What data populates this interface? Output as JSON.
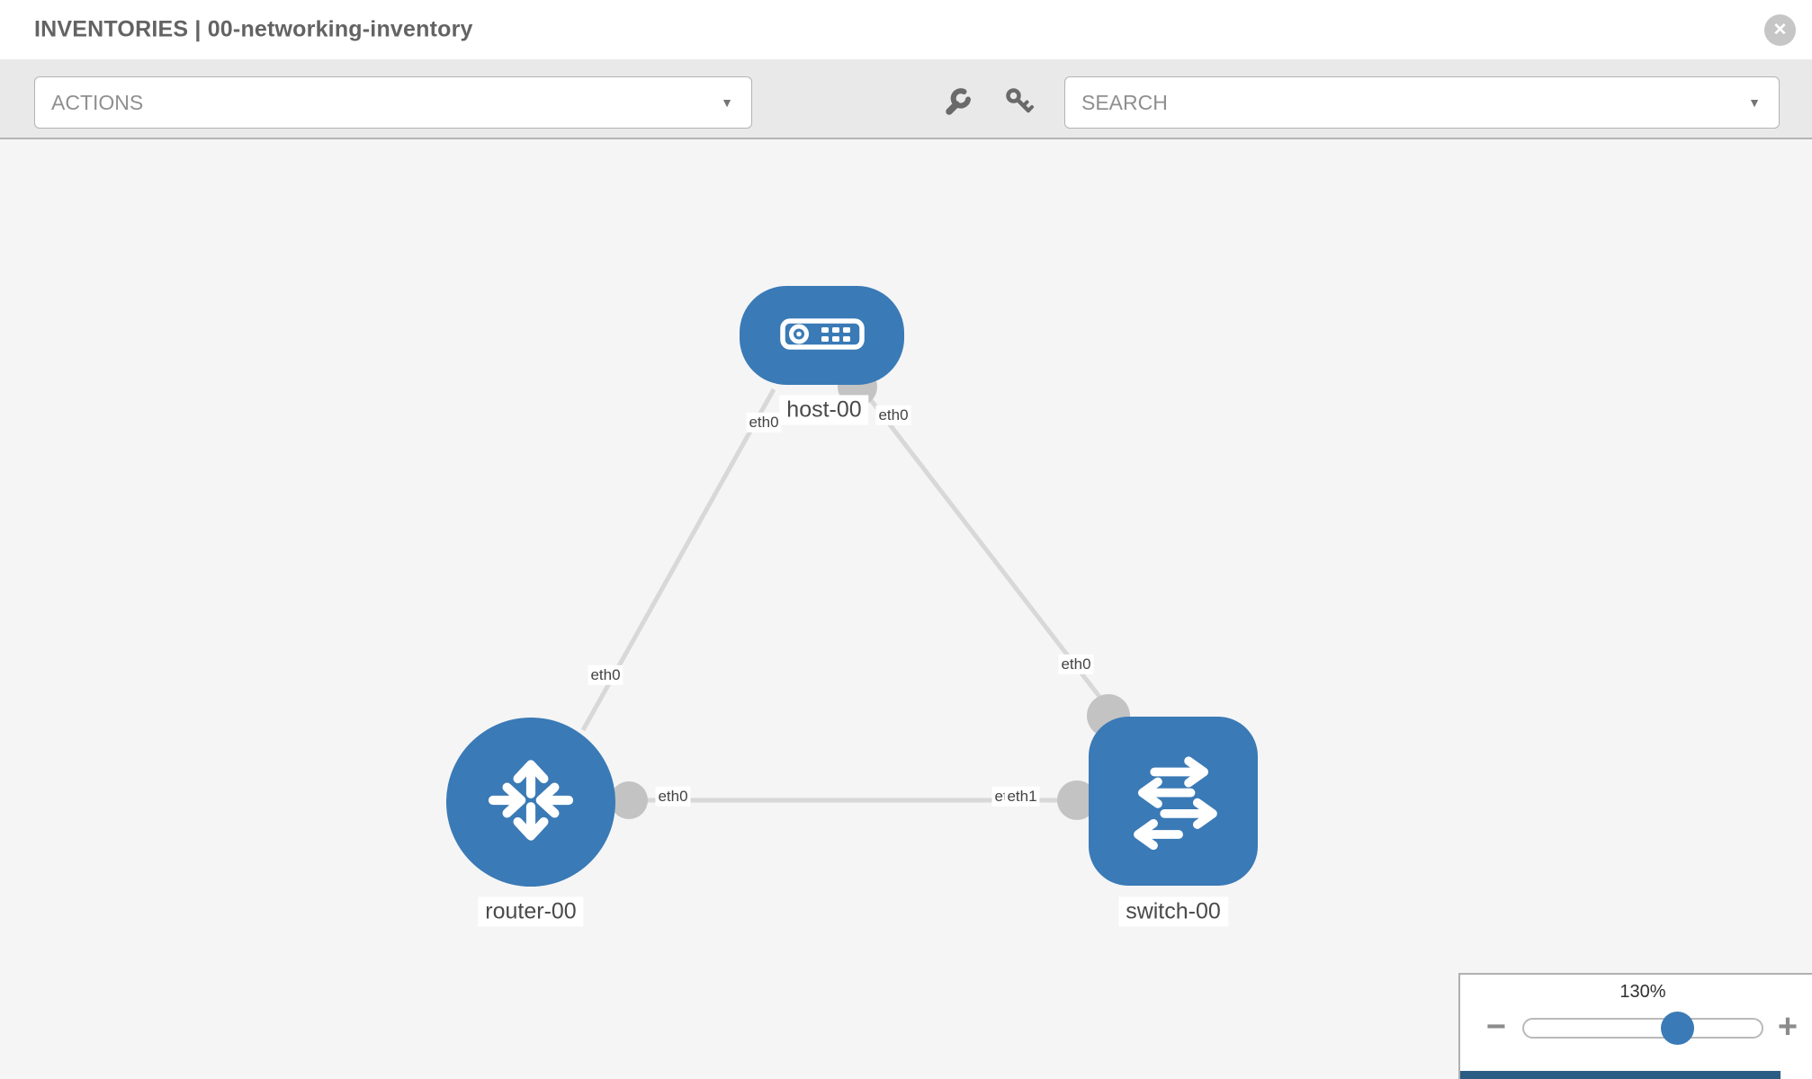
{
  "header": {
    "title": "INVENTORIES | 00-networking-inventory",
    "close_glyph": "✕"
  },
  "toolbar": {
    "actions": {
      "label": "ACTIONS",
      "caret_glyph": "▼"
    },
    "tools": [
      {
        "icon": "wrench-icon"
      },
      {
        "icon": "key-icon"
      }
    ],
    "search": {
      "placeholder": "SEARCH",
      "caret_glyph": "▼"
    }
  },
  "topology": {
    "nodes": [
      {
        "label": "host-00",
        "type": "host"
      },
      {
        "label": "router-00",
        "type": "router"
      },
      {
        "label": "switch-00",
        "type": "switch"
      }
    ],
    "links": [
      {
        "from": "router-00",
        "from_iface": "eth0",
        "to": "host-00",
        "to_iface": "eth0"
      },
      {
        "from": "host-00",
        "from_iface": "eth0",
        "to": "switch-00",
        "to_iface": "eth0"
      },
      {
        "from": "router-00",
        "from_iface": "eth0",
        "to": "switch-00",
        "to_iface": "eth1"
      }
    ],
    "iface_labels": {
      "l1_router": "eth0",
      "l1_host": "eth0",
      "l2_host": "eth0",
      "l2_switch": "eth0",
      "l3_router": "eth0",
      "l3_switch_under": "eth0",
      "l3_switch_over": "eth1"
    }
  },
  "zoom_control": {
    "level": "130%",
    "minus_glyph": "−",
    "plus_glyph": "+"
  },
  "colors": {
    "node_blue": "#3a7ab6",
    "link_gray": "#d8d8d8",
    "port_gray": "#c3c3c3",
    "toolbar_bg": "#e9e9e9",
    "canvas_bg": "#f5f5f6",
    "title_gray": "#636363"
  }
}
